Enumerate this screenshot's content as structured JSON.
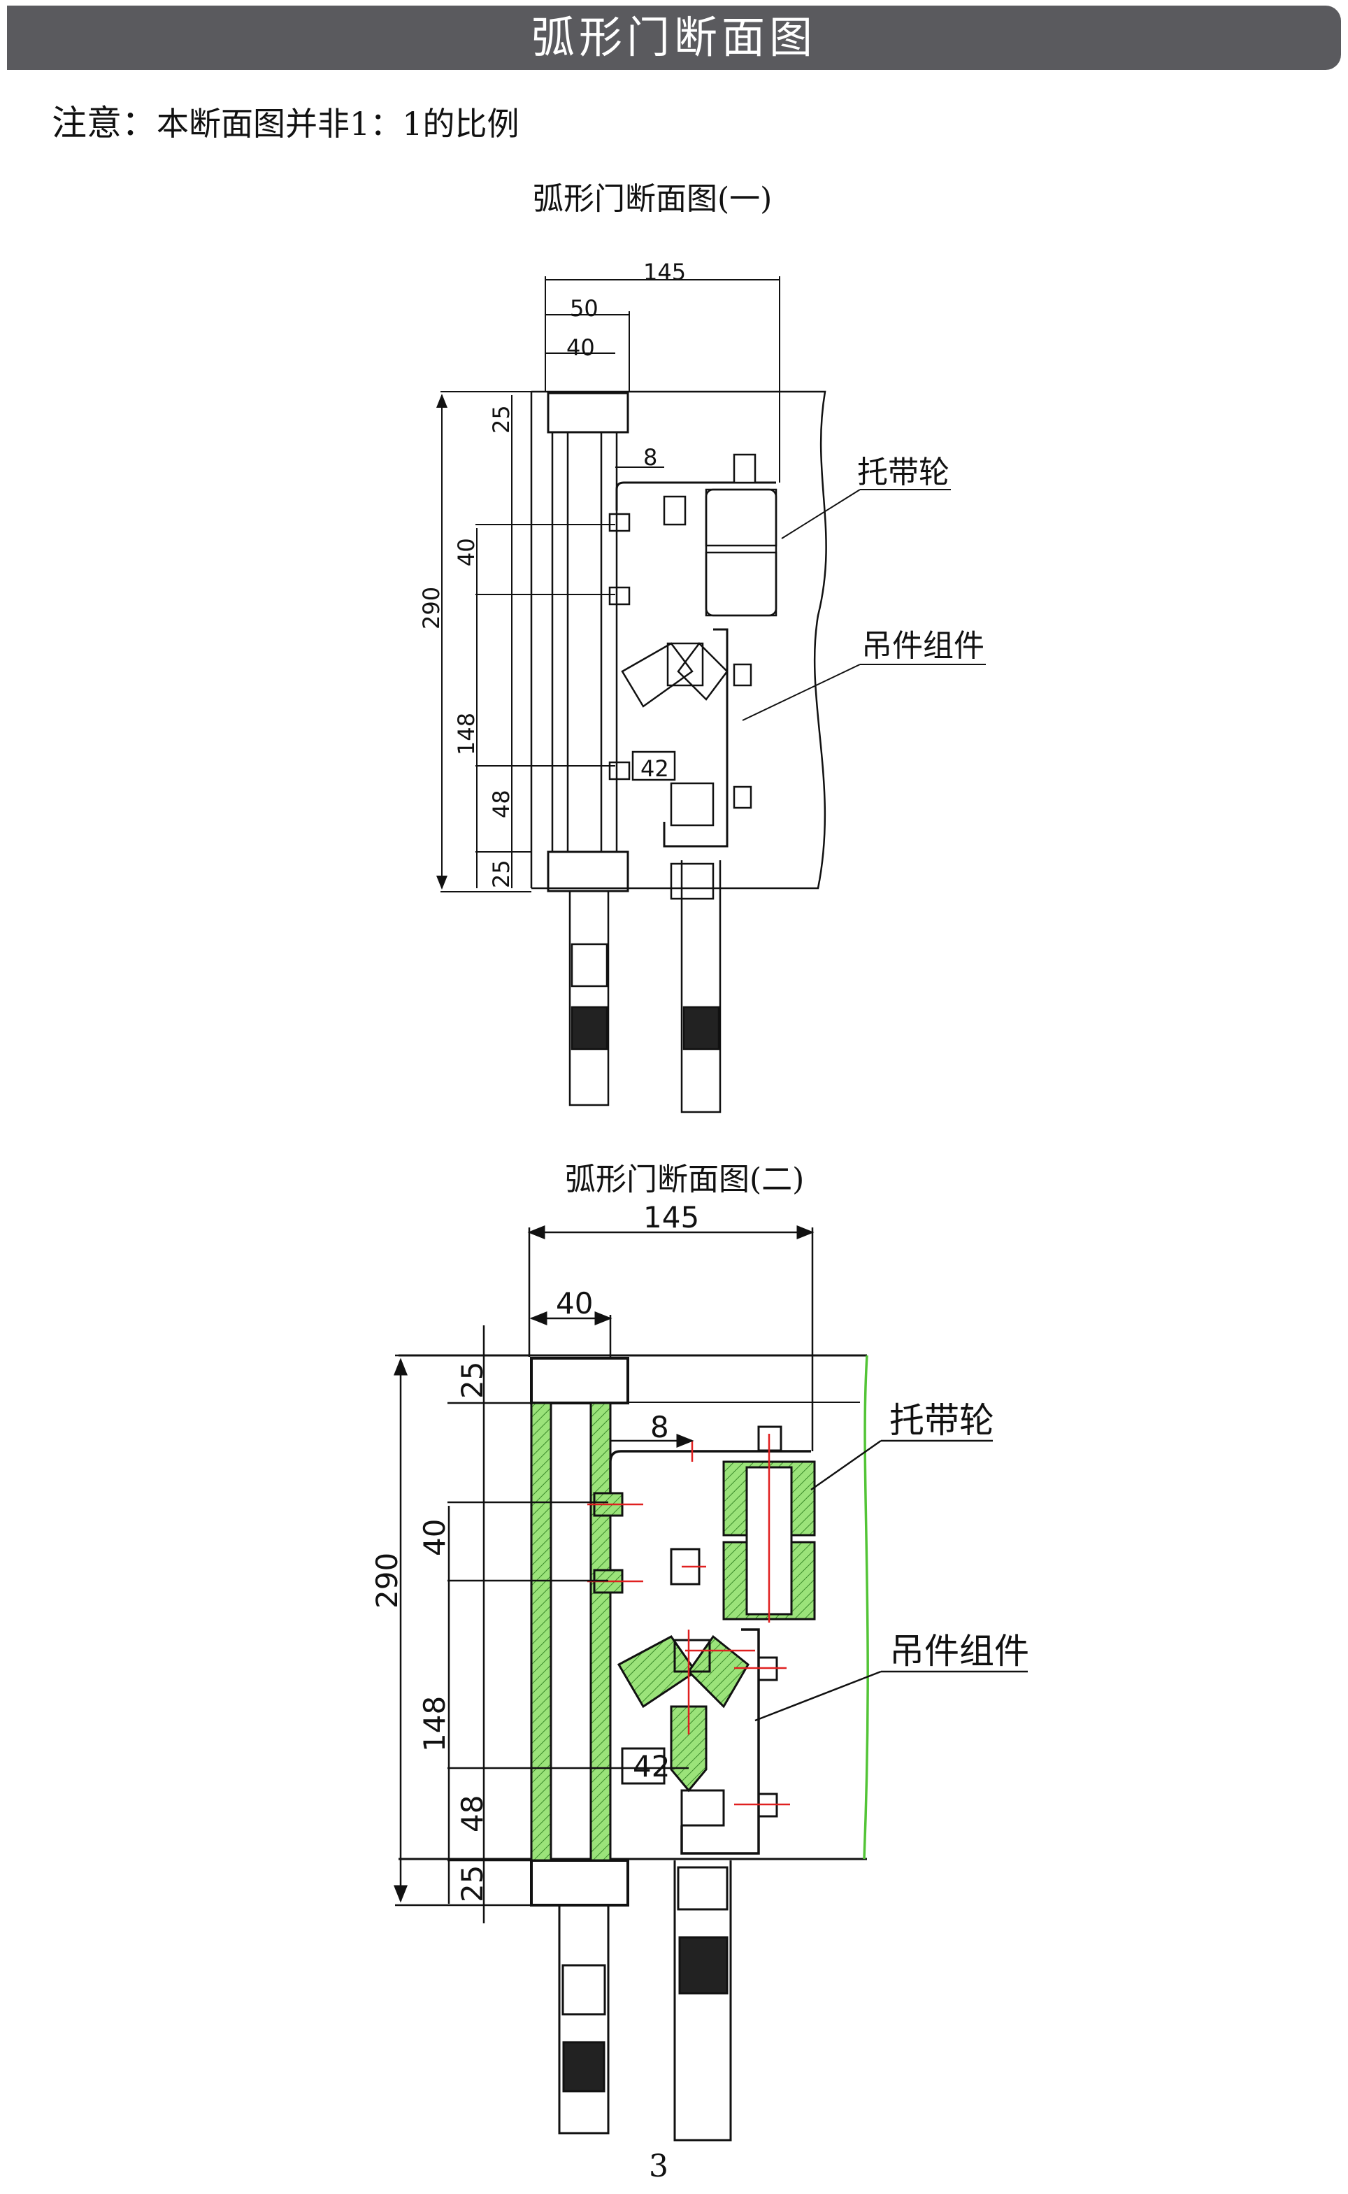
{
  "header": {
    "title": "弧形门断面图"
  },
  "note": {
    "label": "注意：",
    "text": "本断面图并非1：1的比例"
  },
  "section1": {
    "title": "弧形门断面图(一)",
    "dims": {
      "w145": "145",
      "w50": "50",
      "w40": "40",
      "h25_top": "25",
      "off8": "8",
      "h290": "290",
      "h40": "40",
      "h148": "148",
      "h48": "48",
      "h25_bot": "25",
      "n42": "42"
    },
    "callouts": {
      "wheel": "托带轮",
      "hanger": "吊件组件"
    }
  },
  "section2": {
    "title": "弧形门断面图(二)",
    "dims": {
      "w145": "145",
      "w40": "40",
      "h25_top": "25",
      "off8": "8",
      "h290": "290",
      "h40": "40",
      "h148": "148",
      "h48": "48",
      "h25_bot": "25",
      "n42": "42"
    },
    "callouts": {
      "wheel": "托带轮",
      "hanger": "吊件组件"
    }
  },
  "colors": {
    "title_bar": "#5a5a5e",
    "hatch_green": "#7ed957",
    "center_red": "#e02020"
  },
  "page": {
    "number": "3"
  }
}
